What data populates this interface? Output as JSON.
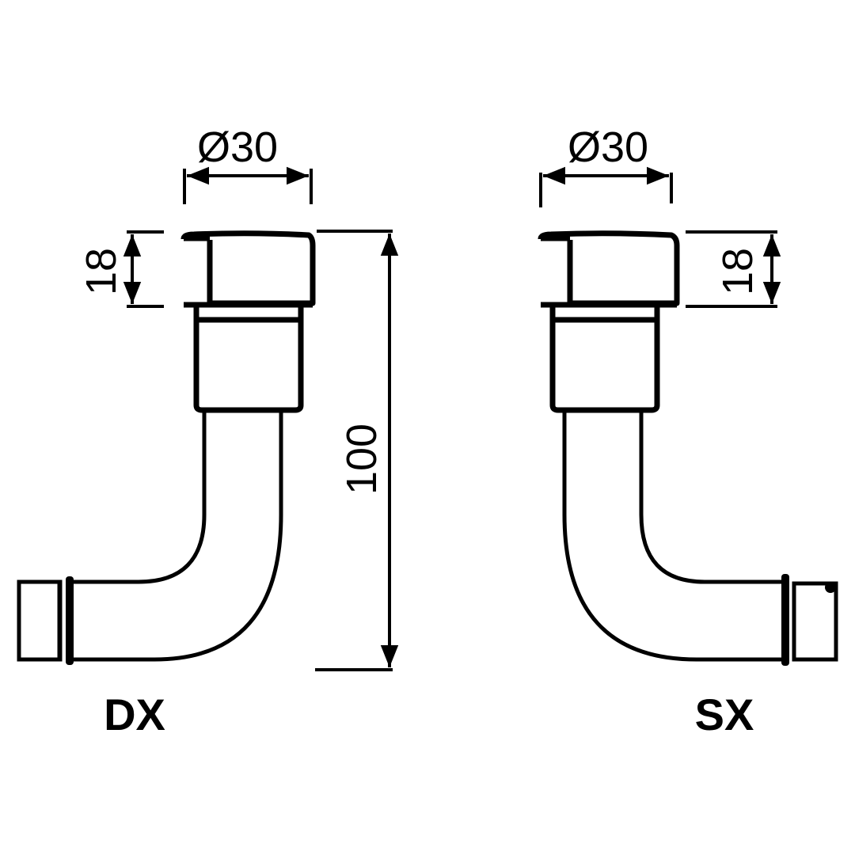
{
  "drawing": {
    "type": "dimension drawing",
    "stroke_color": "#000000",
    "background": "#ffffff",
    "views": [
      {
        "id": "dx",
        "label": "DX",
        "dimensions": {
          "diameter": "Ø30",
          "cap_height": "18",
          "total_height": "100"
        }
      },
      {
        "id": "sx",
        "label": "SX",
        "dimensions": {
          "diameter": "Ø30",
          "cap_height": "18"
        }
      }
    ]
  }
}
